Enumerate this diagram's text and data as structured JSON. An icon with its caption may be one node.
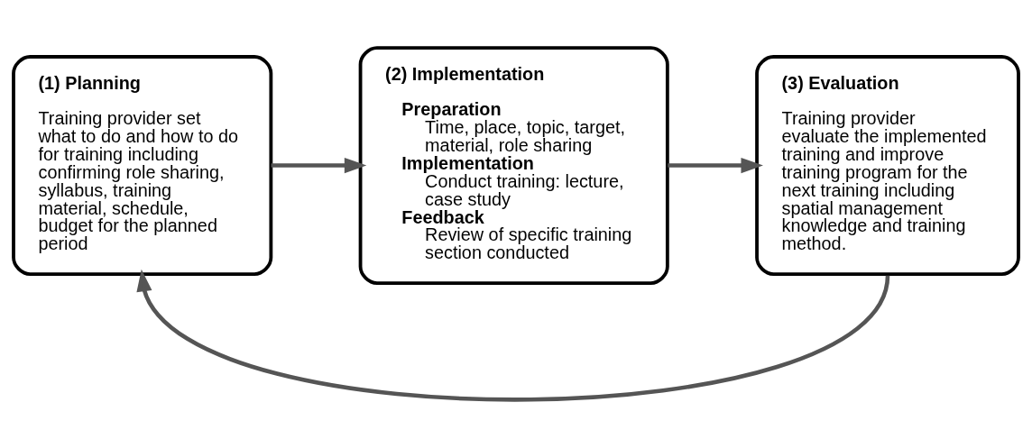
{
  "diagram": {
    "nodes": [
      {
        "text": [
          "(1) Planning",
          "Training provider set what to do and how to do for training including confirming role sharing, syllabus, training material, schedule, budget for the planned period"
        ]
      },
      {
        "text": [
          "(2) Implementation",
          "Preparation",
          "Time, place, topic, target, material, role sharing",
          "Implementation",
          "Conduct training: lecture, case study",
          "Feedback",
          "Review of specific training section conducted"
        ]
      },
      {
        "text": [
          "(3) Evaluation",
          "Training provider evaluate the implemented training and improve training program for the next training including spatial management knowledge and training method."
        ]
      }
    ],
    "edges": [
      {
        "from": 0,
        "to": 1,
        "arrow": "to"
      },
      {
        "from": 1,
        "to": 2,
        "arrow": "to"
      },
      {
        "from": 2,
        "to": 0,
        "arrow": "to"
      }
    ]
  }
}
